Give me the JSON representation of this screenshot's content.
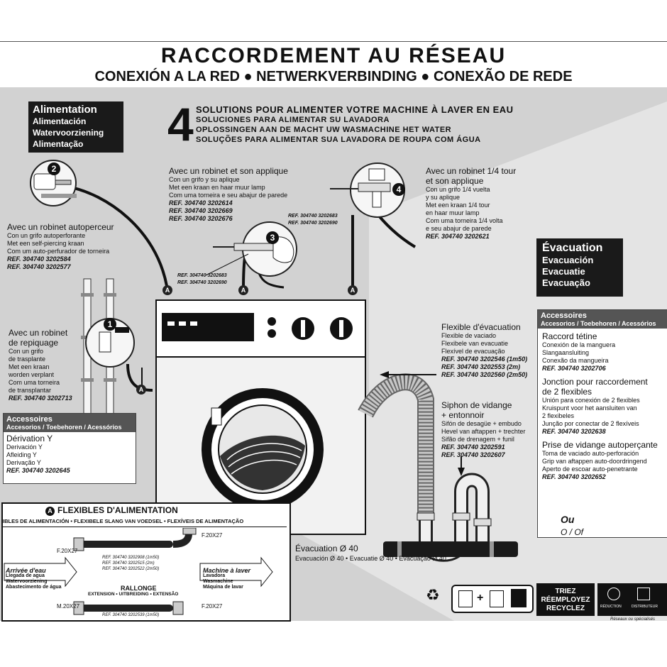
{
  "header": {
    "title": "RACCORDEMENT AU RÉSEAU",
    "subtitle": "CONEXIÓN A LA RED ● NETWERKVERBINDING ● CONEXÃO DE REDE"
  },
  "alimentation_box": [
    "Alimentation",
    "Alimentación",
    "Watervoorziening",
    "Alimentação"
  ],
  "evacuation_box": [
    "Évacuation",
    "Evacuación",
    "Evacuatie",
    "Evacuação"
  ],
  "solutions": {
    "number": "4",
    "lines": [
      "SOLUTIONS POUR ALIMENTER VOTRE MACHINE À LAVER EN EAU",
      "SOLUCIONES PARA ALIMENTAR SU LAVADORA",
      "OPLOSSINGEN AAN DE MACHT UW WASMACHINE HET WATER",
      "SOLUÇÕES PARA ALIMENTAR SUA LAVADORA DE ROUPA COM ÁGUA"
    ]
  },
  "option1": {
    "num": "1",
    "title": [
      "Avec un robinet",
      "de repiquage"
    ],
    "lines": [
      "Con un grifo",
      "de trasplante",
      "Met een kraan",
      "worden verplant",
      "Com uma torneira",
      "de transplantar"
    ],
    "ref": "REF. 304740 3202713"
  },
  "option2": {
    "num": "2",
    "title": "Avec un robinet autoperceur",
    "lines": [
      "Con un grifo autoperforante",
      "Met een self-piercing kraan",
      "Com um auto-perfurador de torneira"
    ],
    "refs": [
      "REF. 304740 3202584",
      "REF. 304740 3202577"
    ]
  },
  "option3": {
    "num": "3",
    "title": "Avec un robinet et son applique",
    "lines": [
      "Con un grifo y su aplique",
      "Met een kraan en haar muur lamp",
      "Com uma torneira e seu abajur de parede"
    ],
    "refs": [
      "REF. 304740 3202614",
      "REF. 304740 3202669",
      "REF. 304740 3202676"
    ],
    "refs_small": [
      "REF. 304740 3202683",
      "REF. 304740 3202690"
    ]
  },
  "option4": {
    "num": "4",
    "title": [
      "Avec un robinet 1/4 tour",
      "et son applique"
    ],
    "lines": [
      "Con un grifo 1/4 vuelta",
      "y su aplique",
      "Met een kraan 1/4 tour",
      "en haar muur lamp",
      "Com uma torneira 1/4 volta",
      "e seu abajur de parede"
    ],
    "ref": "REF. 304740 3202621",
    "refs_small": [
      "REF. 304740 3202683",
      "REF. 304740 3202690"
    ]
  },
  "accessoires_left": {
    "head": "Accessoires",
    "sub": "Accesorios / Toebehoren / Acessórios",
    "item_title": "Dérivation Y",
    "lines": [
      "Derivación Y",
      "Afleiding Y",
      "Derivação Y"
    ],
    "ref": "REF. 304740 3202645"
  },
  "connector_letter": "A",
  "flexibles": {
    "title": "FLEXIBLES D'ALIMENTATION",
    "subtitle": "IBLES DE ALIMENTACIÓN • FLEXIBELE SLANG VAN VOEDSEL • FLEXÍVEIS DE ALIMENTAÇÃO",
    "f_label": "F.20X27",
    "m_label": "M.20X27",
    "refs_top": [
      "REF. 304740 3202908 (1m50)",
      "REF. 304740 3202515 (2m)",
      "REF. 304740 3202522 (2m50)"
    ],
    "rallonge": "RALLONGE",
    "rallonge_sub": "EXTENSION • UITBREIDING • EXTENSÃO",
    "ref_bottom": "REF. 304740 3202539 (1m50)",
    "arrivee": [
      "Arrivée d'eau",
      "Llegada de agua",
      "Watervoorziening",
      "Abastecimento de água"
    ],
    "machine": [
      "Machine à laver",
      "Lavadora",
      "Wasmachine",
      "Máquina de lavar"
    ]
  },
  "flexible_evac": {
    "title": "Flexible d'évacuation",
    "lines": [
      "Flexible de vaciado",
      "Flexibele van evacuatie",
      "Flexível de evacuação"
    ],
    "refs": [
      "REF. 304740 3202546 (1m50)",
      "REF. 304740 3202553 (2m)",
      "REF. 304740 3202560 (2m50)"
    ]
  },
  "siphon": {
    "title": [
      "Siphon de vidange",
      "+ entonnoir"
    ],
    "lines": [
      "Sifón de desagüe + embudo",
      "Hevel van aftappen + trechter",
      "Sifão de drenagem + funil"
    ],
    "refs": [
      "REF. 304740 3202591",
      "REF. 304740 3202607"
    ]
  },
  "evac_diam": {
    "title": "Évacuation Ø 40",
    "sub": "Evacuación Ø 40 • Evacuatie Ø 40 • Evacuação Ø 40"
  },
  "accessoires_right": {
    "head": "Accessoires",
    "sub": "Accesorios / Toebehoren / Acessórios",
    "items": [
      {
        "title": "Raccord tétine",
        "lines": [
          "Conexión de la manguera",
          "Slangaansluiting",
          "Conexão da mangueira"
        ],
        "ref": "REF. 304740 3202706"
      },
      {
        "title": "Jonction pour raccordement",
        "title2": "de 2 flexibles",
        "lines": [
          "Unión para conexión de 2 flexibles",
          "Kruispunt voor het aansluiten van",
          "2 flexibeles",
          "Junção por conectar de 2 flexíveis"
        ],
        "ref": "REF. 304740 3202638"
      },
      {
        "title": "Prise de vidange autoperçante",
        "lines": [
          "Toma de vaciado auto-perforación",
          "Grip van aftappen auto-doordringend",
          "Aperto de escoar auto-penetrante"
        ],
        "ref": "REF. 304740 3202652"
      }
    ],
    "ou": "Ou",
    "ou_sub": "O / Of"
  },
  "recycle": {
    "lines": [
      "TRIEZ",
      "RÉEMPLOYEZ",
      "RECYCLEZ"
    ],
    "small": [
      "RÉDUCTION",
      "DISTRIBUTEUR"
    ],
    "note": "Réseaux ou spécialisés"
  }
}
